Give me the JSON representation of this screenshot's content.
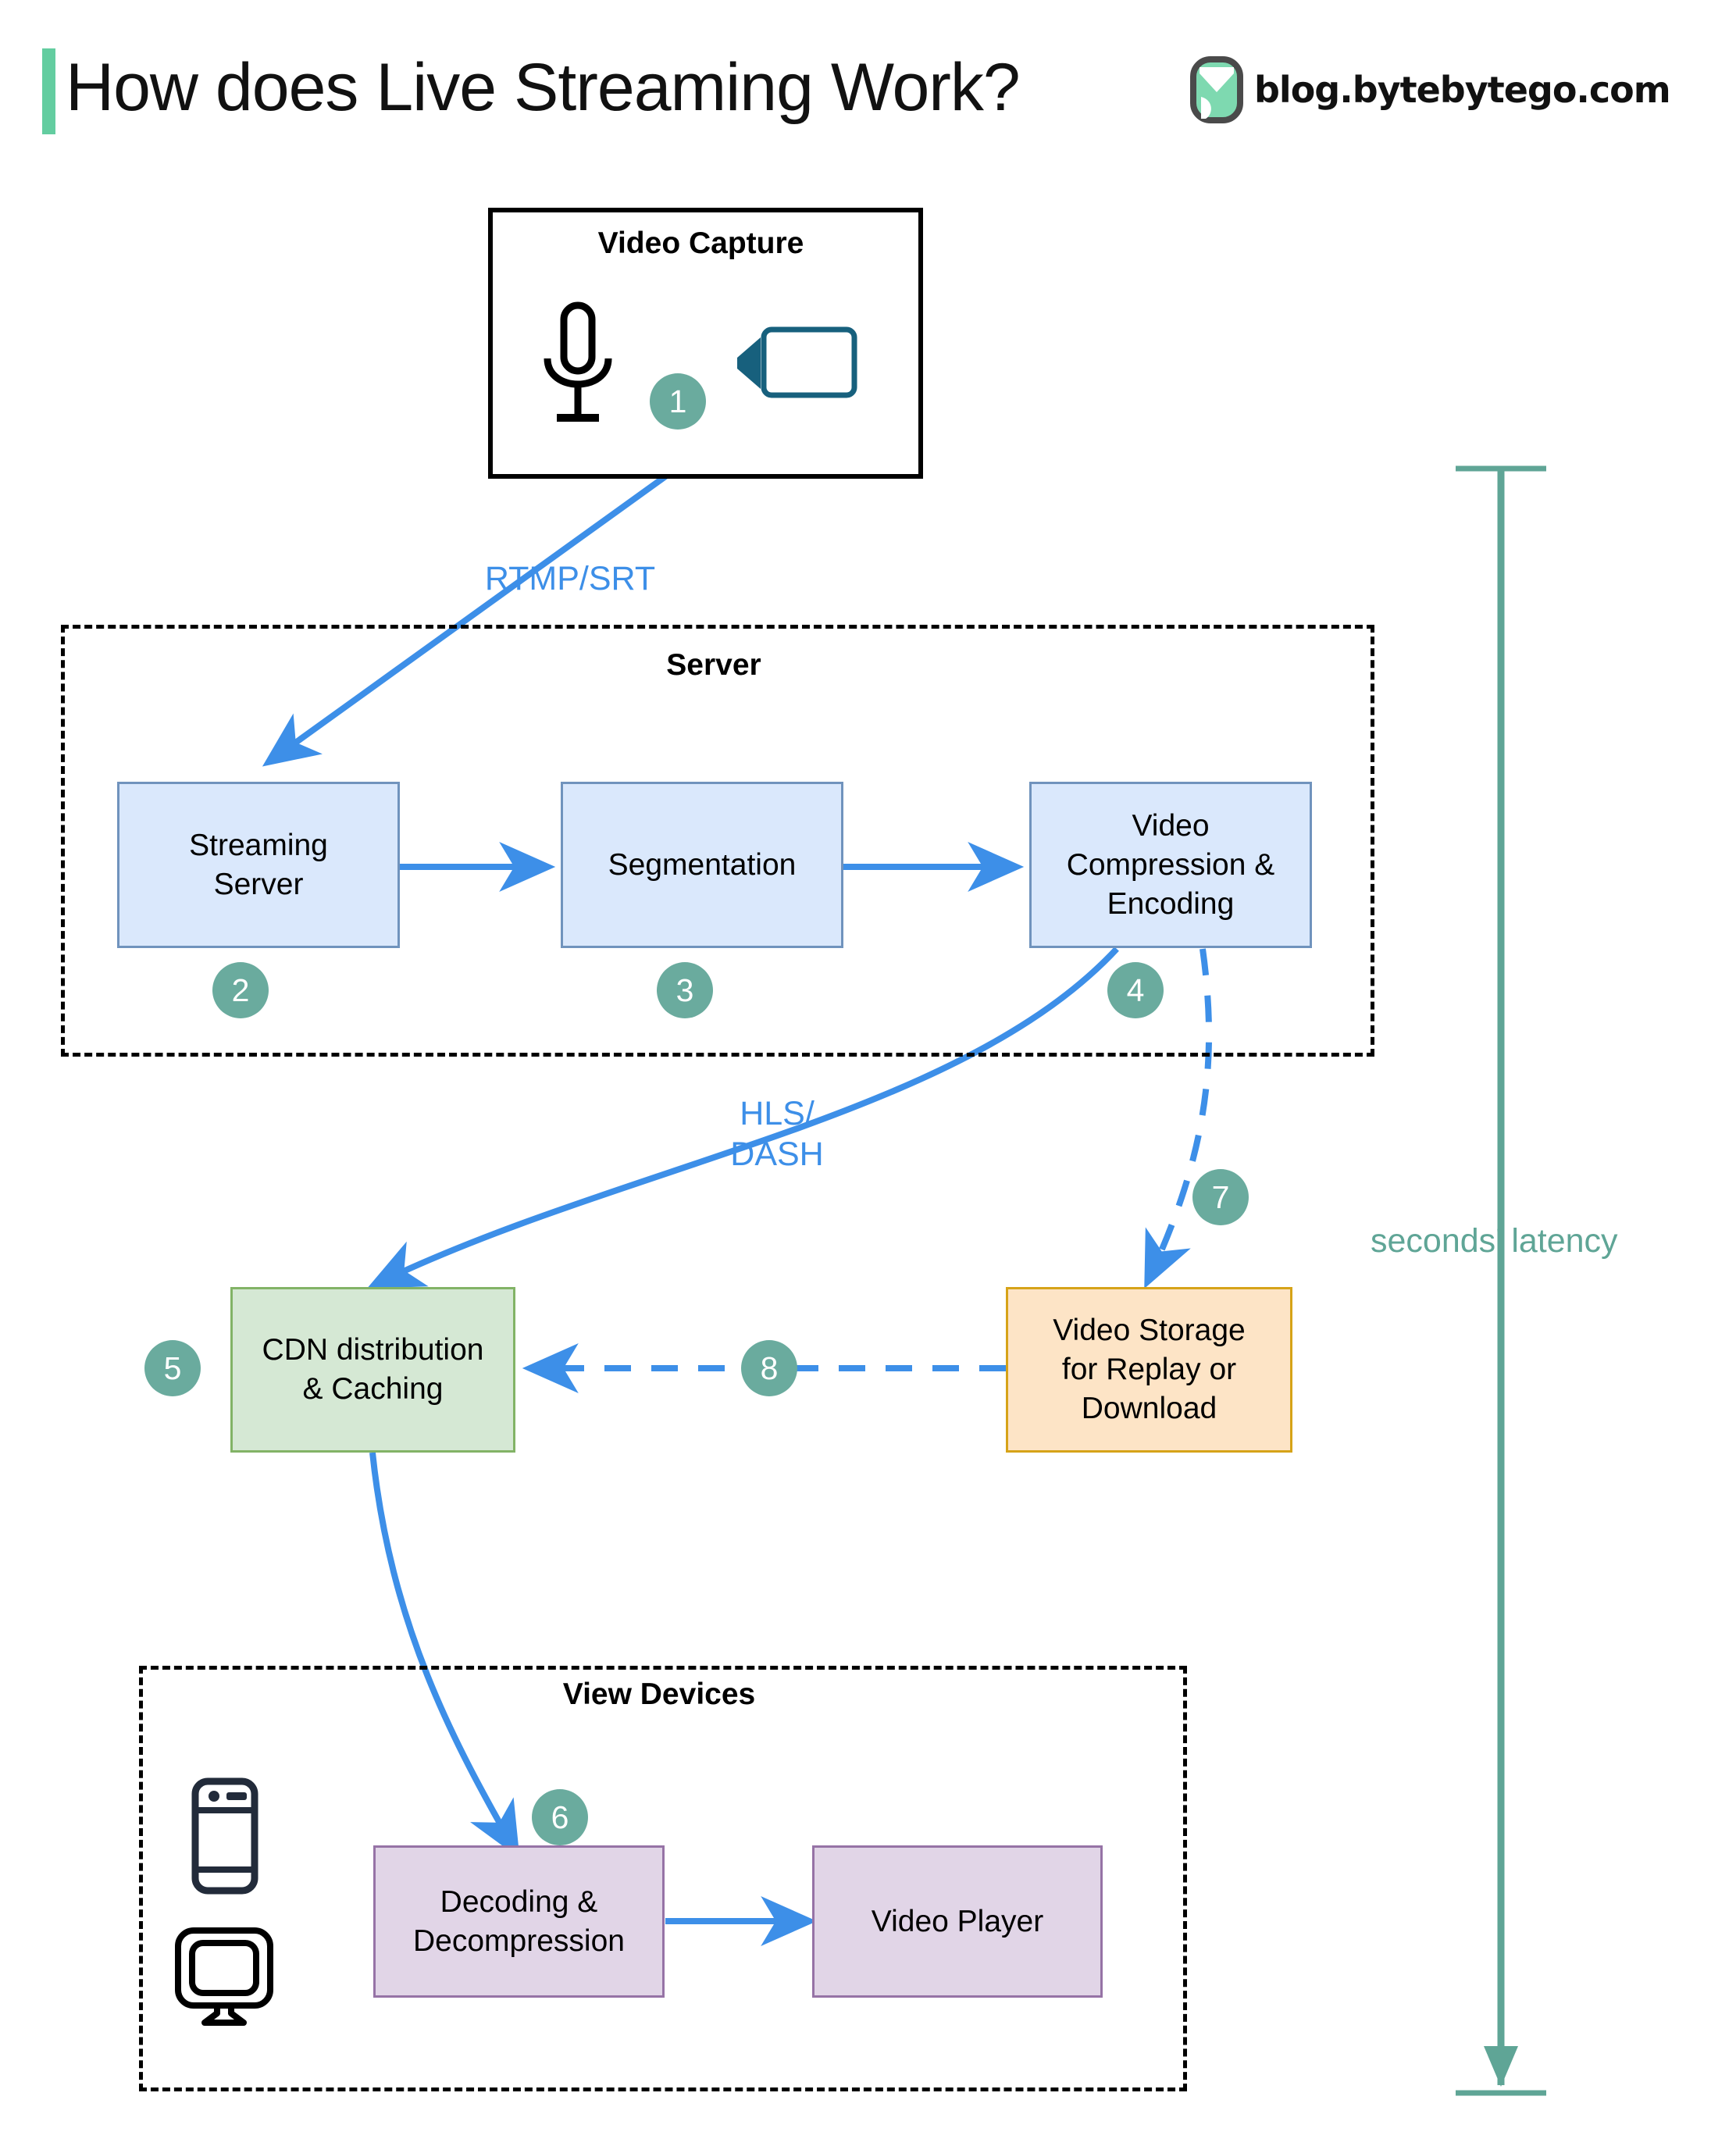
{
  "header": {
    "title": "How does Live Streaming Work?",
    "brand_text": "blog.bytebytego.com",
    "logo_icon": "bytebytego-logo-icon",
    "accent_color": "#63cda0"
  },
  "colors": {
    "badge_teal": "#6aab9e",
    "arrow_blue": "#3d8fe8",
    "node_blue_fill": "#dae8fc",
    "node_blue_stroke": "#7093bd",
    "node_green_fill": "#d5e8d4",
    "node_green_stroke": "#82b366",
    "node_orange_fill": "#fde4c6",
    "node_orange_stroke": "#d6a318",
    "node_purple_fill": "#e1d5e7",
    "node_purple_stroke": "#9673a6",
    "latency_teal": "#5fa596"
  },
  "groups": {
    "capture": {
      "title": "Video Capture",
      "style": "solid"
    },
    "server": {
      "title": "Server",
      "style": "dashed"
    },
    "view_devices": {
      "title": "View Devices",
      "style": "dashed"
    }
  },
  "icons": {
    "microphone": "microphone-icon",
    "camera": "video-camera-icon",
    "phone": "mobile-phone-icon",
    "monitor": "desktop-monitor-icon"
  },
  "nodes": [
    {
      "id": "streaming-server",
      "label": "Streaming\nServer",
      "color": "blue",
      "badge": "2"
    },
    {
      "id": "segmentation",
      "label": "Segmentation",
      "color": "blue",
      "badge": "3"
    },
    {
      "id": "video-compression-encoding",
      "label": "Video\nCompression &\nEncoding",
      "color": "blue",
      "badge": "4"
    },
    {
      "id": "cdn-distribution-caching",
      "label": "CDN distribution\n& Caching",
      "color": "green",
      "badge": "5"
    },
    {
      "id": "video-storage",
      "label": "Video Storage\nfor Replay or\nDownload",
      "color": "orange",
      "badge": "7"
    },
    {
      "id": "decoding-decompression",
      "label": "Decoding &\nDecompression",
      "color": "purple",
      "badge": "6"
    },
    {
      "id": "video-player",
      "label": "Video Player",
      "color": "purple",
      "badge": ""
    }
  ],
  "edges": [
    {
      "id": "capture-to-server",
      "label": "RTMP/SRT",
      "style": "solid"
    },
    {
      "id": "encoding-to-cdn",
      "label": "HLS/\nDASH",
      "style": "solid"
    },
    {
      "id": "encoding-to-storage",
      "label": "",
      "style": "dashed",
      "badge": "7"
    },
    {
      "id": "storage-to-cdn",
      "label": "",
      "style": "dashed",
      "badge": "8"
    },
    {
      "id": "cdn-to-decoding",
      "label": "",
      "style": "solid",
      "badge": "6"
    },
    {
      "id": "decoding-to-player",
      "label": "",
      "style": "solid"
    },
    {
      "id": "streaming-to-segmentation",
      "label": "",
      "style": "solid"
    },
    {
      "id": "segmentation-to-encoding",
      "label": "",
      "style": "solid"
    }
  ],
  "badges": {
    "b1": "1",
    "b2": "2",
    "b3": "3",
    "b4": "4",
    "b5": "5",
    "b6": "6",
    "b7": "7",
    "b8": "8"
  },
  "annotations": {
    "latency": "seconds' latency"
  }
}
